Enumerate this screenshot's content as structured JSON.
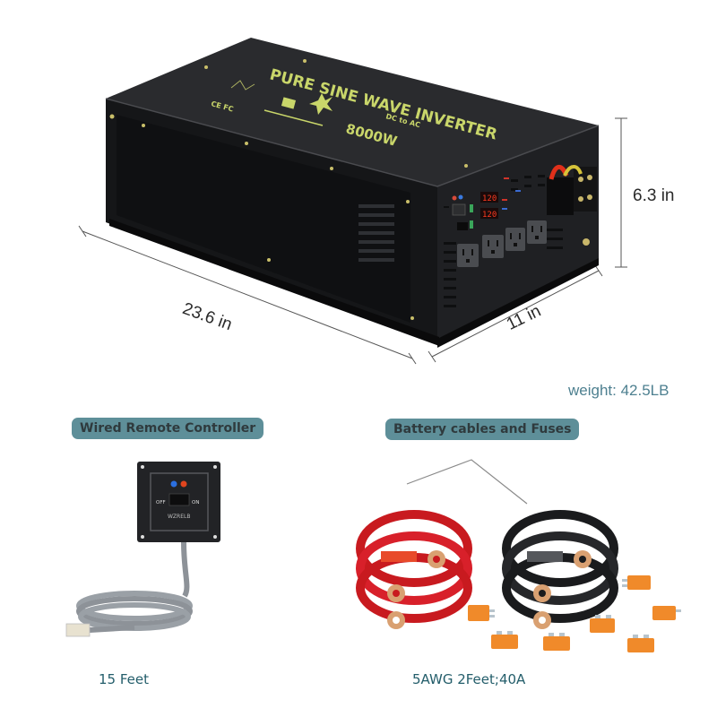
{
  "product": {
    "top_label": "PURE SINE WAVE INVERTER",
    "power_label": "8000W",
    "conversion_label": "DC to AC",
    "cert_marks": "CE FC",
    "display_readings": [
      "120",
      "120"
    ]
  },
  "dimensions": {
    "length": "23.6 in",
    "width": "11 in",
    "height": "6.3 in",
    "weight": "weight: 42.5LB"
  },
  "accessories": [
    {
      "title": "Wired Remote Controller",
      "caption": "15 Feet",
      "panel": {
        "off_label": "OFF",
        "on_label": "ON",
        "brand": "WZRELB"
      }
    },
    {
      "title": "Battery cables and Fuses",
      "caption": "5AWG 2Feet;40A"
    }
  ],
  "colors": {
    "pill_bg": "#5e8f99",
    "caption_text": "#245e6b",
    "weight_text": "#4e8090",
    "print_yellow": "#c9d66a",
    "body_black": "#1c1d1f",
    "cable_red": "#d0191e",
    "fuse_orange": "#f08a2a"
  }
}
